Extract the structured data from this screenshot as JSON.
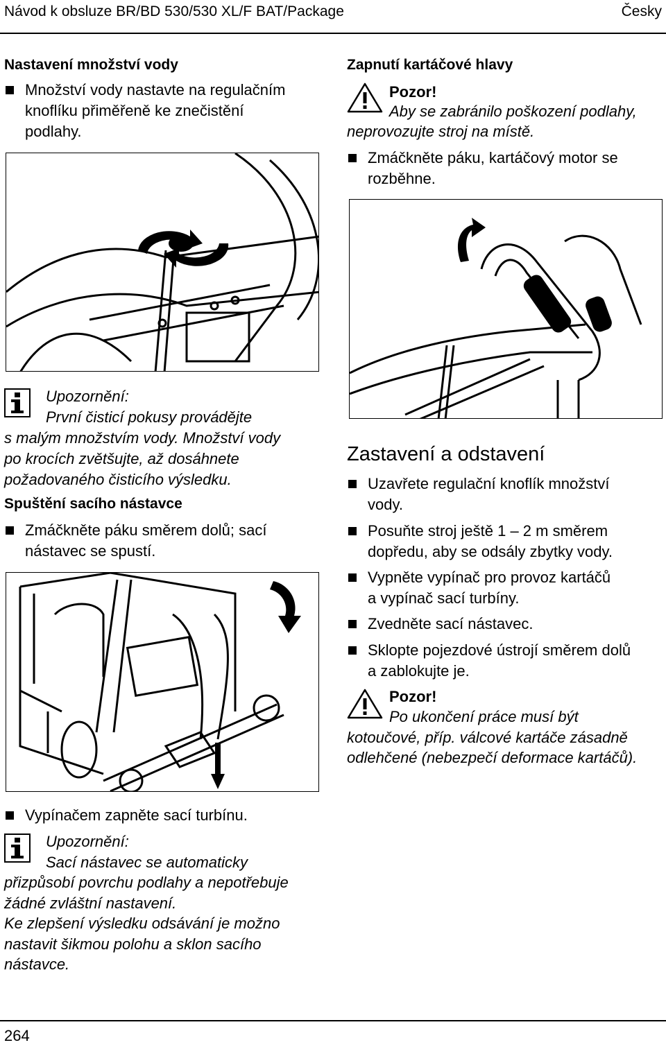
{
  "header": {
    "title": "Návod k obsluze BR/BD 530/530 XL/F BAT/Package",
    "language": "Česky"
  },
  "left": {
    "water": {
      "heading": "Nastavení množství vody",
      "bullet_l1": "Množství vody nastavte na regulačním",
      "bullet_l2": "knoflíku přiměřeně ke znečistění",
      "bullet_l3": "podlahy."
    },
    "note1": {
      "label": "Upozornění:",
      "l1": "První čisticí pokusy provádějte",
      "l2": "s malým množstvím vody. Množství vody",
      "l3": "po krocích zvětšujte, až dosáhnete",
      "l4": "požadovaného čisticího výsledku."
    },
    "suction": {
      "heading": "Spuštění sacího nástavce",
      "bullet_l1": "Zmáčkněte páku směrem dolů; sací",
      "bullet_l2": "nástavec se spustí."
    }
  },
  "right": {
    "brush": {
      "heading": "Zapnutí kartáčové hlavy",
      "warn_label": "Pozor!",
      "warn_l1": "Aby se zabránilo poškození podlahy,",
      "warn_l2": "neprovozujte stroj na místě.",
      "bullet_l1": "Zmáčkněte páku, kartáčový motor se",
      "bullet_l2": "rozběhne."
    },
    "stop": {
      "heading": "Zastavení a odstavení",
      "b1_l1": "Uzavřete regulační knoflík množství",
      "b1_l2": "vody.",
      "b2_l1": "Posuňte stroj ještě 1 – 2 m směrem",
      "b2_l2": "dopředu, aby se odsály zbytky vody.",
      "b3_l1": "Vypněte vypínač pro provoz kartáčů",
      "b3_l2": "a vypínač sací turbíny.",
      "b4": "Zvedněte sací nástavec.",
      "b5_l1": "Sklopte pojezdové ústrojí směrem dolů",
      "b5_l2": "a zablokujte je.",
      "warn_label": "Pozor!",
      "warn_l1": "Po ukončení práce musí být",
      "warn_l2": "kotoučové, příp. válcové kartáče zásadně",
      "warn_l3": "odlehčené (nebezpečí deformace kartáčů)."
    }
  },
  "bottom": {
    "bullet": "Vypínačem zapněte sací turbínu.",
    "note_label": "Upozornění:",
    "l1": "Sací nástavec se automaticky",
    "l2": "přizpůsobí povrchu podlahy a nepotřebuje",
    "l3": "žádné zvláštní nastavení.",
    "l4": "Ke zlepšení výsledku odsávání je možno",
    "l5": "nastavit šikmou polohu a sklon sacího",
    "l6": "nástavce."
  },
  "footer": {
    "page_number": "264"
  },
  "icons": {
    "info": "info-icon",
    "warning": "warning-triangle-icon",
    "bullet": "square-bullet"
  }
}
